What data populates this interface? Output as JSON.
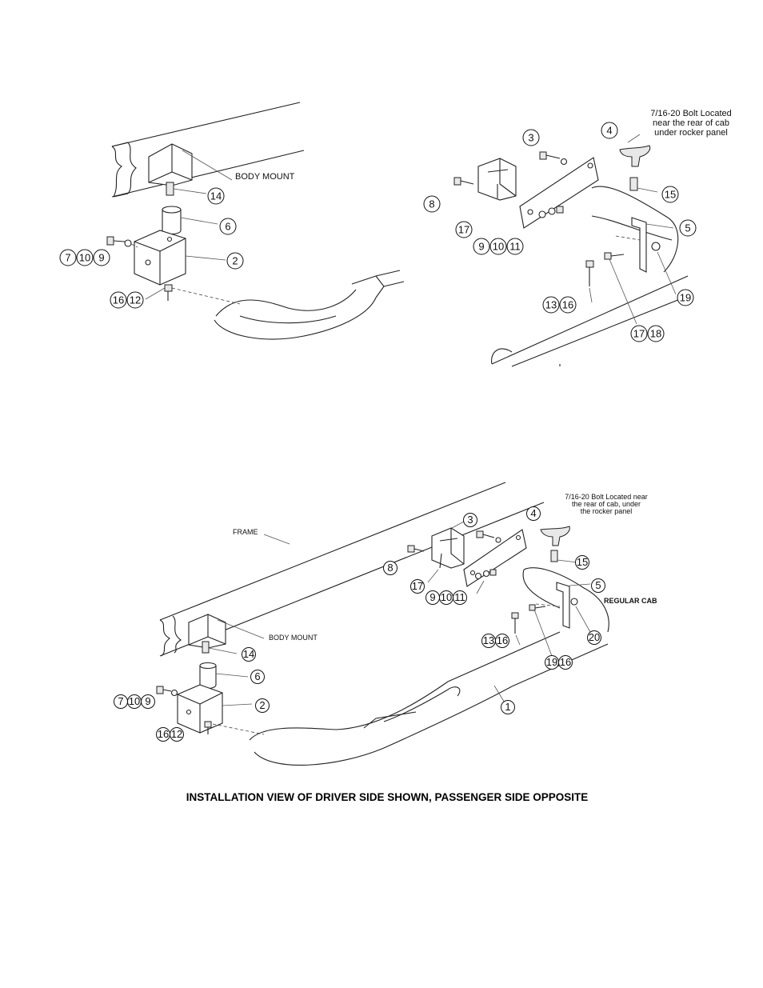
{
  "top_left": {
    "label_body_mount": "BODY MOUNT",
    "callouts": [
      "14",
      "6",
      "2",
      "7",
      "10",
      "9",
      "16",
      "12"
    ]
  },
  "top_right": {
    "note_line1": "7/16-20 Bolt Located",
    "note_line2": "near the rear of cab",
    "note_line3": "under rocker panel",
    "callouts": [
      "3",
      "4",
      "8",
      "17",
      "9",
      "10",
      "11",
      "15",
      "5",
      "19",
      "13",
      "16",
      "17",
      "18"
    ]
  },
  "bottom": {
    "label_frame": "FRAME",
    "label_body_mount": "BODY MOUNT",
    "label_regular_cab": "REGULAR CAB",
    "note_line1": "7/16-20 Bolt Located near",
    "note_line2": "the rear of cab, under",
    "note_line3": "the rocker panel",
    "callouts": [
      "3",
      "4",
      "8",
      "17",
      "9",
      "10",
      "11",
      "15",
      "5",
      "20",
      "13",
      "16",
      "19",
      "16",
      "14",
      "6",
      "2",
      "7",
      "10",
      "9",
      "16",
      "12",
      "1"
    ]
  },
  "caption": "INSTALLATION VIEW OF DRIVER SIDE SHOWN, PASSENGER SIDE OPPOSITE"
}
